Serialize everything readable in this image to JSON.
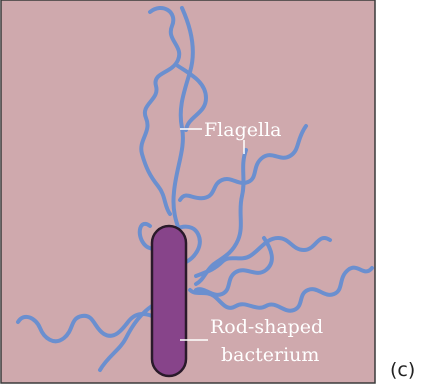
{
  "labels": {
    "flagella": "Flagella",
    "bacterium_line1": "Rod-shaped",
    "bacterium_line2": "bacterium",
    "panel": "(c)"
  },
  "colors": {
    "background": "#cfa9ad",
    "flagella": "#6b8fcf",
    "bacterium_fill": "#87448a",
    "bacterium_outline": "#2a1a2a",
    "frame": "#3a3a3a",
    "label_text": "#ffffff"
  }
}
